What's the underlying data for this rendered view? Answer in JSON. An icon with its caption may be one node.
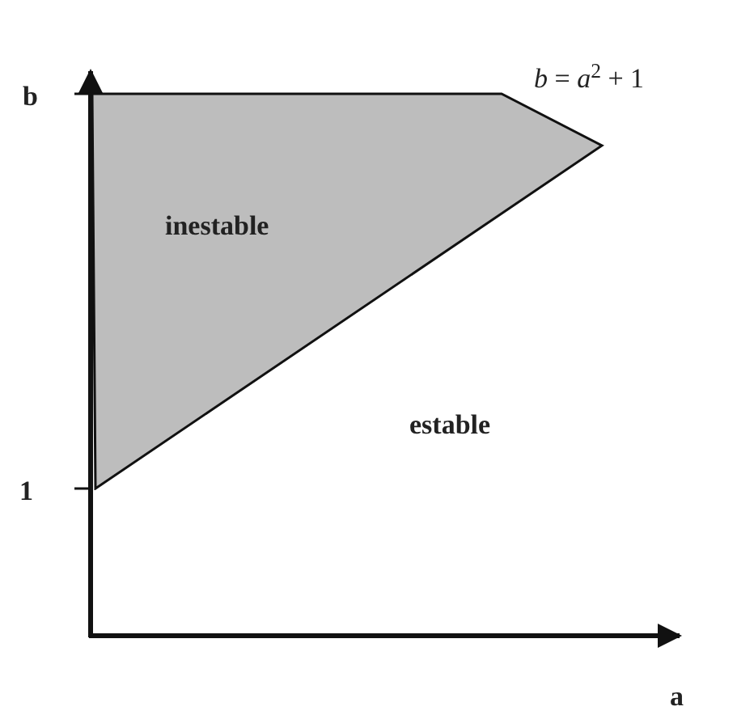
{
  "diagram": {
    "nodes": [
      {
        "text": [
          "inestable"
        ]
      }
    ],
    "labels": [
      "b",
      "*b* = *a*$^{2}$ + 1",
      "estable",
      "1",
      "a"
    ]
  }
}
